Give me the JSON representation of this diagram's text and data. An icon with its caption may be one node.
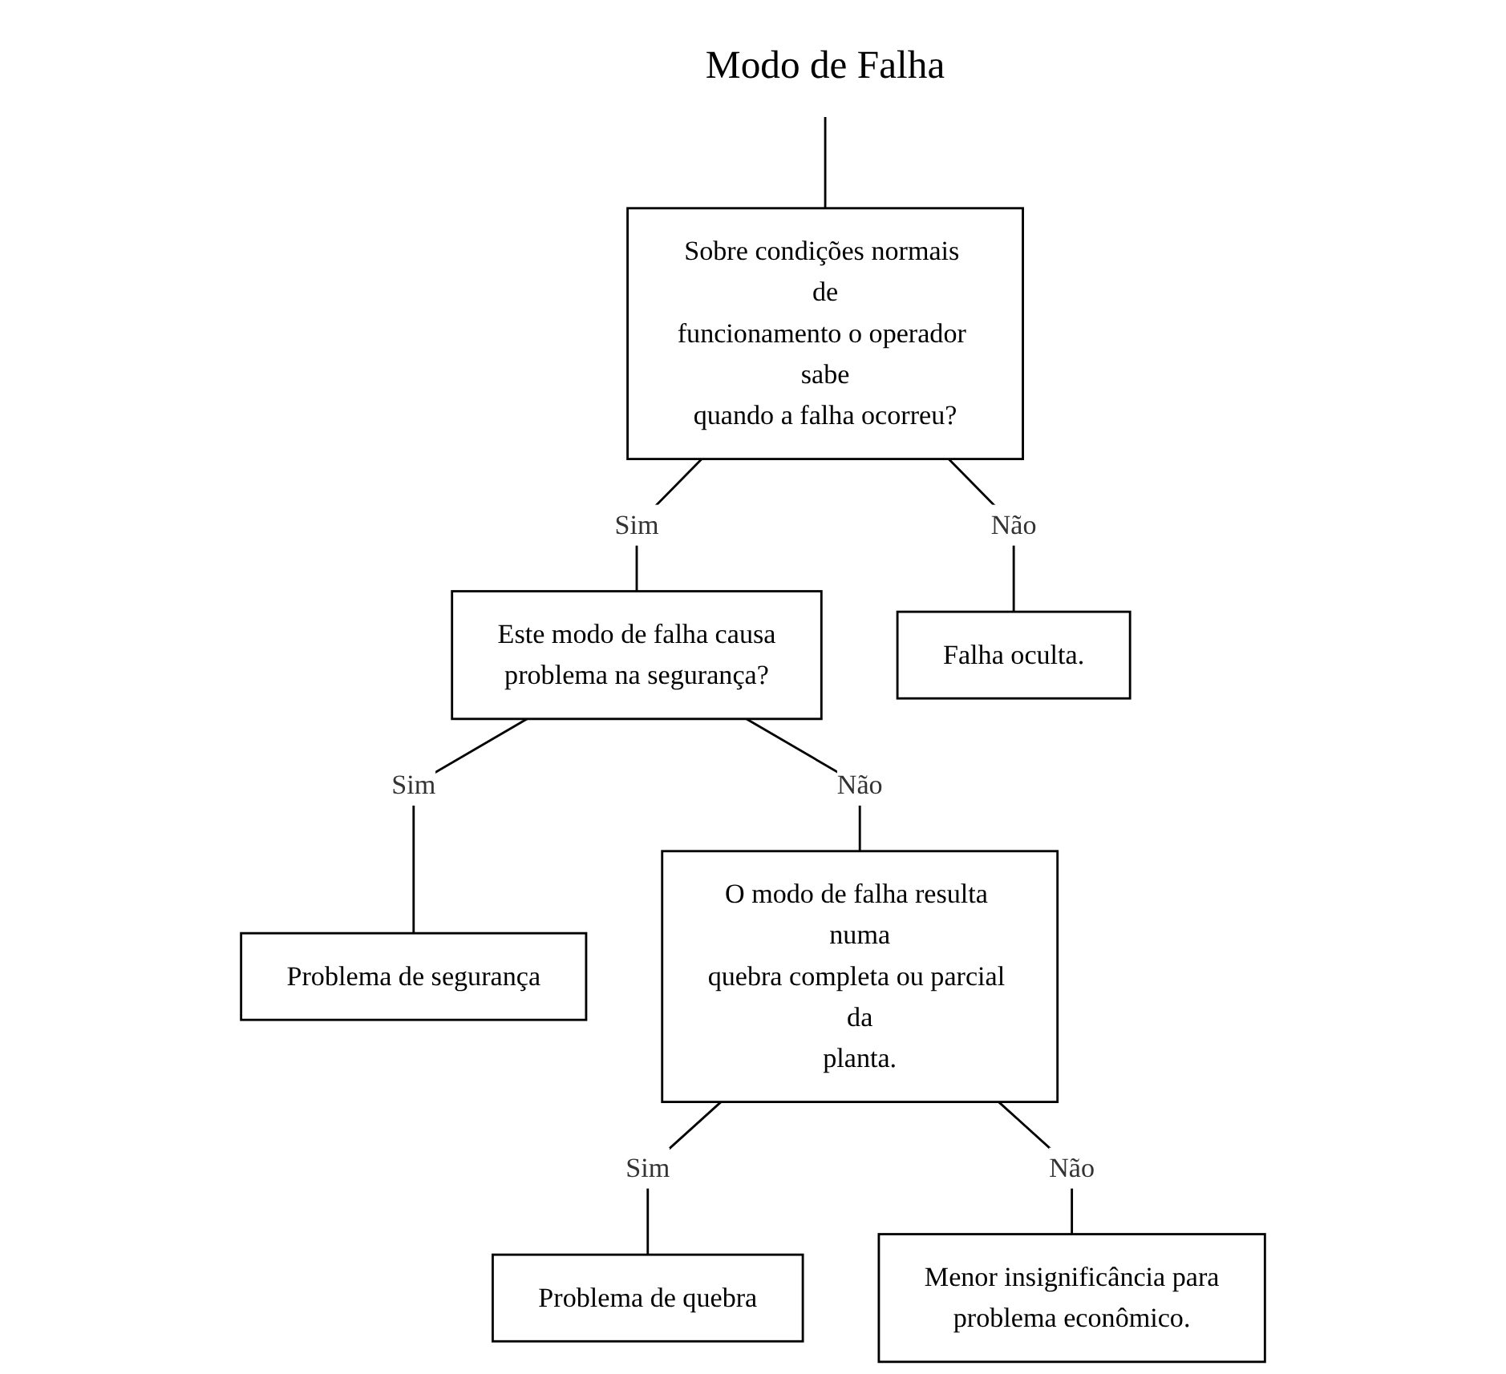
{
  "diagram": {
    "nodes": [
      {
        "text": [
          "Modo de Falha"
        ]
      },
      {
        "text": [
          "Sobre condições normais de funcionamento o operador sabe quando a falha ocorreu?"
        ]
      },
      {
        "text": [
          "Este modo de falha causa problema na segurança?"
        ]
      },
      {
        "text": [
          "Falha oculta."
        ]
      },
      {
        "text": [
          "Problema de segurança"
        ]
      },
      {
        "text": [
          "O modo de falha resulta numa quebra completa ou parcial da planta."
        ]
      },
      {
        "text": [
          "Problema de quebra"
        ]
      },
      {
        "text": [
          "Menor insignificância para problema econômico."
        ]
      }
    ],
    "edges": [
      {
        "from": 0,
        "to": 1,
        "arrow": "none"
      },
      {
        "from": 1,
        "to": 2,
        "arrow": "none",
        "label": "Sim"
      },
      {
        "from": 1,
        "to": 3,
        "arrow": "none",
        "label": "Não"
      },
      {
        "from": 2,
        "to": 4,
        "arrow": "none",
        "label": "Sim"
      },
      {
        "from": 2,
        "to": 5,
        "arrow": "none",
        "label": "Não"
      },
      {
        "from": 5,
        "to": 6,
        "arrow": "none",
        "label": "Sim"
      },
      {
        "from": 5,
        "to": 7,
        "arrow": "none",
        "label": "Não"
      }
    ]
  }
}
